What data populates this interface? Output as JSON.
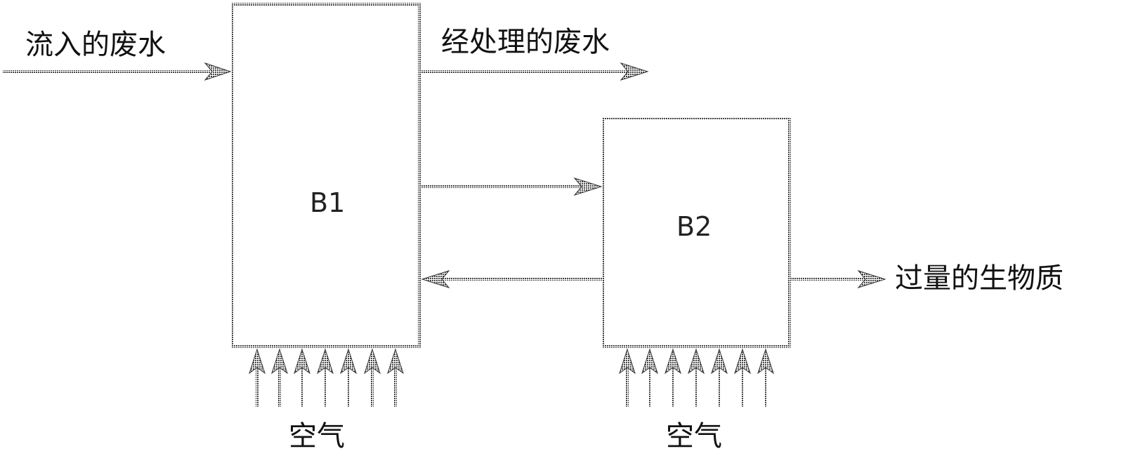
{
  "tanks": {
    "b1": "B1",
    "b2": "B2"
  },
  "flows": {
    "influent": "流入的废水",
    "treated": "经处理的废水",
    "excess_biomass": "过量的生物质"
  },
  "air": {
    "b1": "空气",
    "b2": "空气"
  },
  "style": {
    "stroke_color": "#333333",
    "arrowhead_color": "#555555"
  }
}
